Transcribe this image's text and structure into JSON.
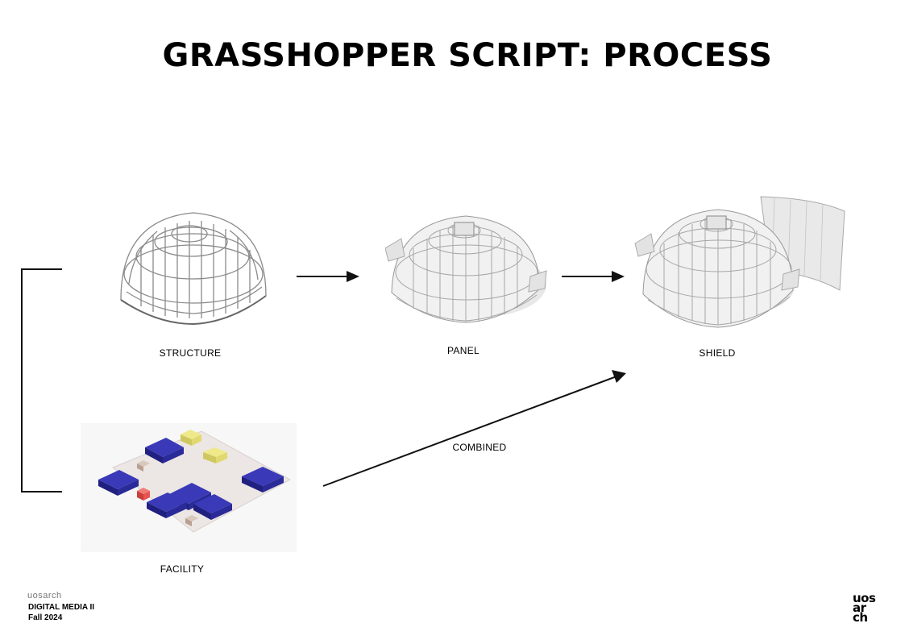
{
  "title": "GRASSHOPPER SCRIPT: PROCESS",
  "labels": {
    "structure": "STRUCTURE",
    "panel": "PANEL",
    "shield": "SHIELD",
    "facility": "FACILITY",
    "combined": "COMBINED"
  },
  "footer": {
    "brand": "uosarch",
    "course": "DIGITAL MEDIA II",
    "term": "Fall 2024"
  },
  "logo": {
    "line1": "uos",
    "line2": "ar",
    "line3": "ch"
  },
  "colors": {
    "facility_blue": "#2f2fa8",
    "facility_yellow": "#efe98a",
    "facility_red": "#e8544f",
    "facility_base": "#ece6e4"
  }
}
